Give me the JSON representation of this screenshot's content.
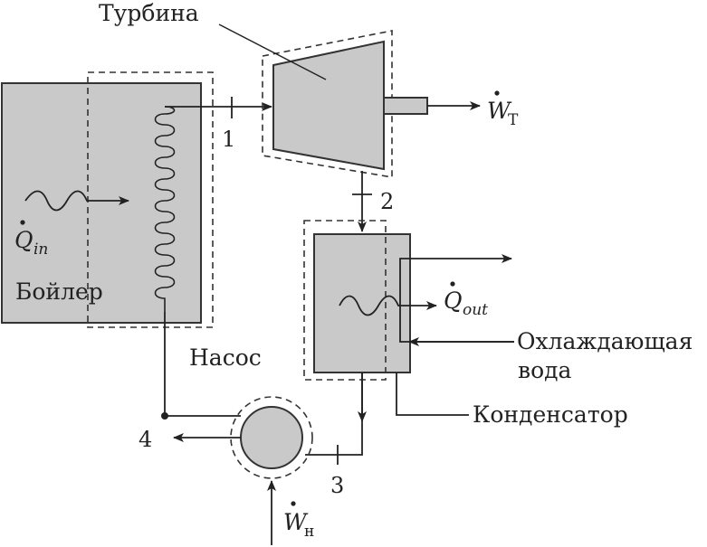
{
  "labels": {
    "turbine": "Турбина",
    "boiler": "Бойлер",
    "pump": "Насос",
    "cooling_water_line1": "Охлаждающая",
    "cooling_water_line2": "вода",
    "condenser": "Конденсатор"
  },
  "states": {
    "s1": "1",
    "s2": "2",
    "s3": "3",
    "s4": "4"
  },
  "quantities": {
    "q_in": {
      "symbol": "Q",
      "sub": "in"
    },
    "q_out": {
      "symbol": "Q",
      "sub": "out"
    },
    "w_turbine": {
      "symbol": "W",
      "sub": "T"
    },
    "w_pump": {
      "symbol": "W",
      "sub": "н"
    }
  }
}
